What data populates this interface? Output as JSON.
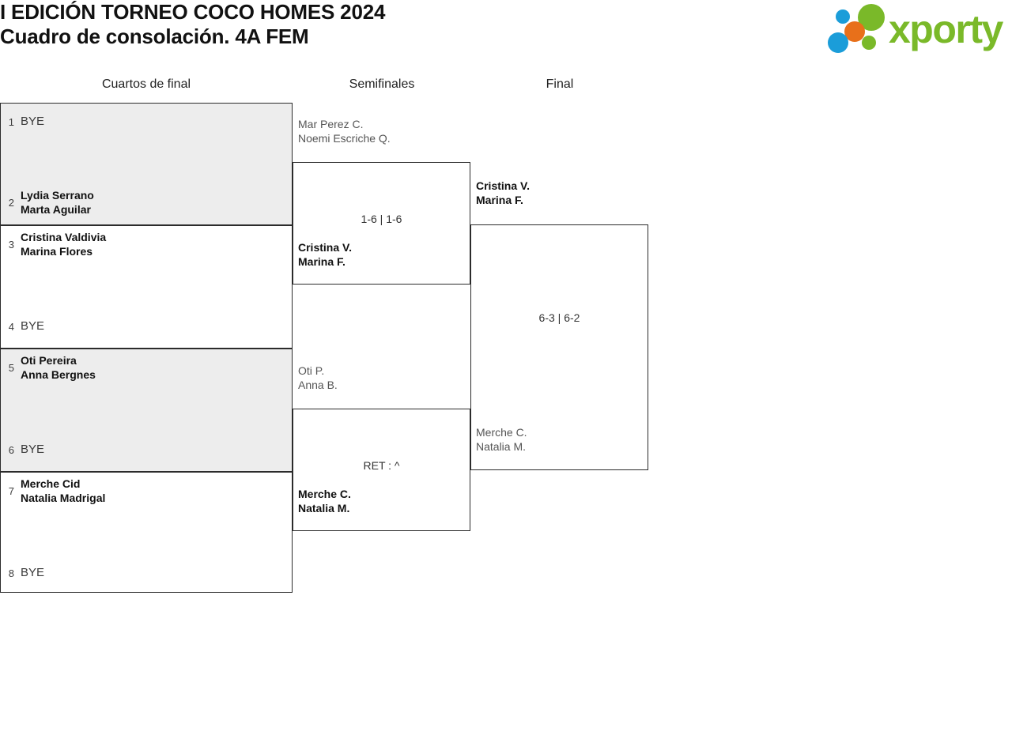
{
  "header": {
    "title_line1": "I EDICIÓN TORNEO COCO HOMES 2024",
    "title_line2": "Cuadro de consolación. 4A FEM",
    "logo_text": "xporty",
    "logo_name": "xporty-logo",
    "colors": {
      "logo_green": "#7ab929",
      "logo_blue": "#1b9dd9",
      "logo_orange": "#e8701a",
      "band_shaded": "#ededed",
      "border": "#2b2b2b"
    }
  },
  "columns": {
    "round1": "Cuartos de final",
    "semifinals": "Semifinales",
    "final": "Final"
  },
  "round1": {
    "entries": [
      {
        "seed": "1",
        "line1": "BYE",
        "line2": "",
        "bye": true,
        "shaded": true
      },
      {
        "seed": "2",
        "line1": "Lydia Serrano",
        "line2": "Marta Aguilar",
        "bye": false,
        "shaded": true
      },
      {
        "seed": "3",
        "line1": "Cristina Valdivia",
        "line2": "Marina Flores",
        "bye": false,
        "shaded": false
      },
      {
        "seed": "4",
        "line1": "BYE",
        "line2": "",
        "bye": true,
        "shaded": false
      },
      {
        "seed": "5",
        "line1": "Oti Pereira",
        "line2": "Anna Bergnes",
        "bye": false,
        "shaded": true
      },
      {
        "seed": "6",
        "line1": "BYE",
        "line2": "",
        "bye": true,
        "shaded": true
      },
      {
        "seed": "7",
        "line1": "Merche Cid",
        "line2": "Natalia Madrigal",
        "bye": false,
        "shaded": false
      },
      {
        "seed": "8",
        "line1": "BYE",
        "line2": "",
        "bye": true,
        "shaded": false
      }
    ]
  },
  "semifinals": {
    "match1": {
      "top_team_line1": "Mar Perez C.",
      "top_team_line2": "Noemi Escriche Q.",
      "bottom_team_line1": "Cristina V.",
      "bottom_team_line2": "Marina F.",
      "score": "1-6 | 1-6"
    },
    "match2": {
      "top_team_line1": "Oti P.",
      "top_team_line2": "Anna B.",
      "bottom_team_line1": "Merche C.",
      "bottom_team_line2": "Natalia M.",
      "score": "RET : ^"
    }
  },
  "final": {
    "match": {
      "top_team_line1": "Cristina V.",
      "top_team_line2": "Marina F.",
      "bottom_team_line1": "Merche C.",
      "bottom_team_line2": "Natalia M.",
      "score": "6-3 | 6-2"
    }
  }
}
